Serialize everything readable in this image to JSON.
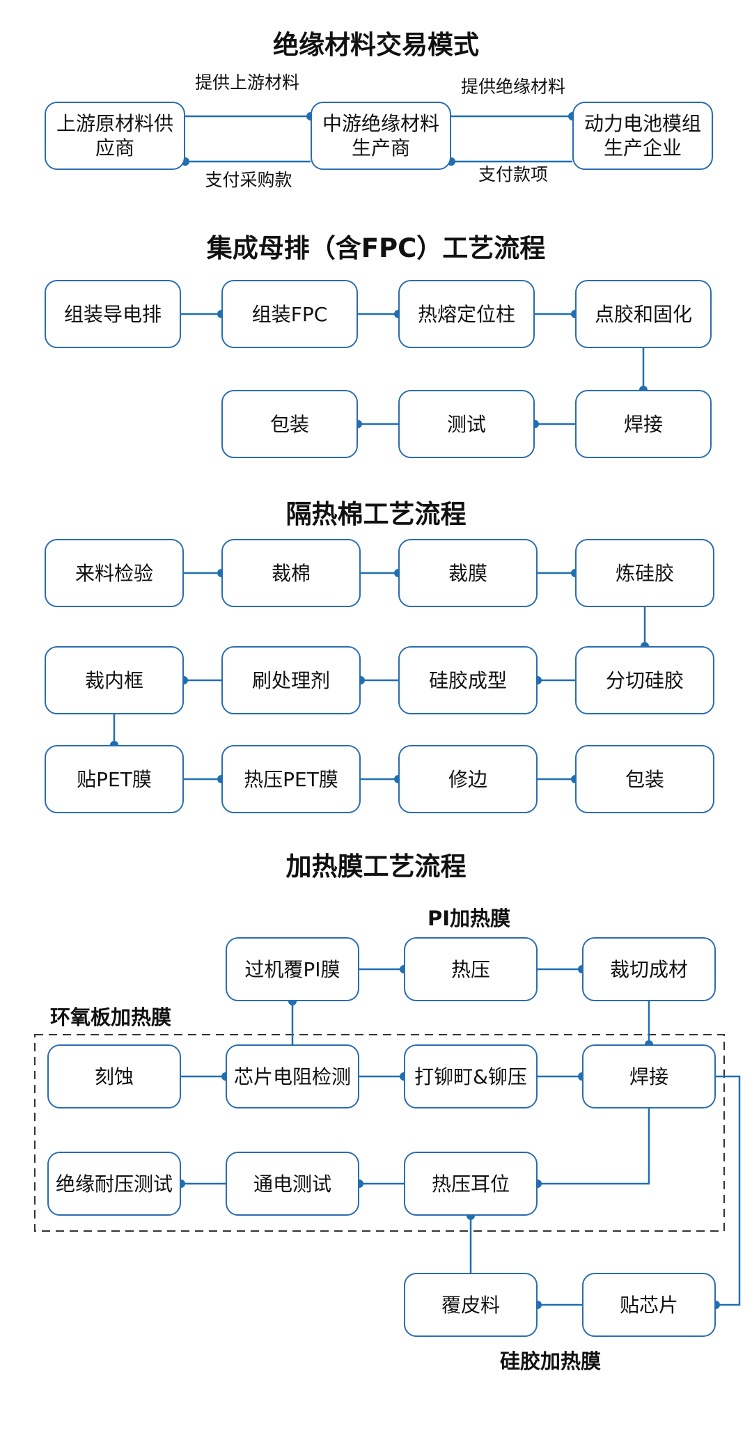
{
  "colors": {
    "line": "#1f6fb2",
    "border": "#2b6cb0",
    "dash": "#333333"
  },
  "sections": {
    "trade": {
      "title": "绝缘材料交易模式",
      "nodes": [
        "上游原材料供应商",
        "中游绝缘材料生产商",
        "动力电池模组生产企业"
      ],
      "edge_labels": [
        "提供上游材料",
        "支付采购款",
        "提供绝缘材料",
        "支付款项"
      ]
    },
    "busbar": {
      "title": "集成母排（含FPC）工艺流程",
      "steps": [
        "组装导电排",
        "组装FPC",
        "热熔定位柱",
        "点胶和固化",
        "焊接",
        "测试",
        "包装"
      ]
    },
    "foam": {
      "title": "隔热棉工艺流程",
      "steps": [
        "来料检验",
        "裁棉",
        "裁膜",
        "炼硅胶",
        "分切硅胶",
        "硅胶成型",
        "刷处理剂",
        "裁内框",
        "贴PET膜",
        "热压PET膜",
        "修边",
        "包装"
      ]
    },
    "heating": {
      "title": "加热膜工艺流程",
      "pi_label": "PI加热膜",
      "epoxy_label": "环氧板加热膜",
      "silicone_label": "硅胶加热膜",
      "steps": [
        "过机覆PI膜",
        "热压",
        "裁切成材",
        "刻蚀",
        "芯片电阻检测",
        "打铆町&铆压",
        "焊接",
        "绝缘耐压测试",
        "通电测试",
        "热压耳位",
        "覆皮料",
        "贴芯片"
      ]
    }
  }
}
